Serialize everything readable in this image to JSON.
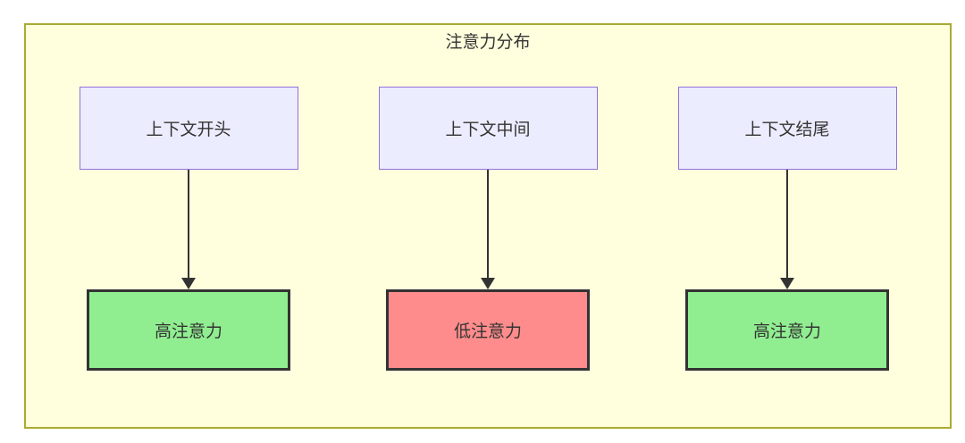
{
  "diagram": {
    "title": "注意力分布",
    "columns": [
      {
        "source": "上下文开头",
        "target": "高注意力",
        "target_level": "high"
      },
      {
        "source": "上下文中间",
        "target": "低注意力",
        "target_level": "low"
      },
      {
        "source": "上下文结尾",
        "target": "高注意力",
        "target_level": "high"
      }
    ],
    "colors": {
      "container_bg": "#ffffde",
      "container_border": "#aaaa33",
      "source_bg": "#ececff",
      "source_border": "#9370db",
      "high_bg": "#90ee90",
      "low_bg": "#ff8c8c",
      "node_border_dark": "#333333",
      "arrow": "#333333",
      "text": "#333333"
    }
  }
}
